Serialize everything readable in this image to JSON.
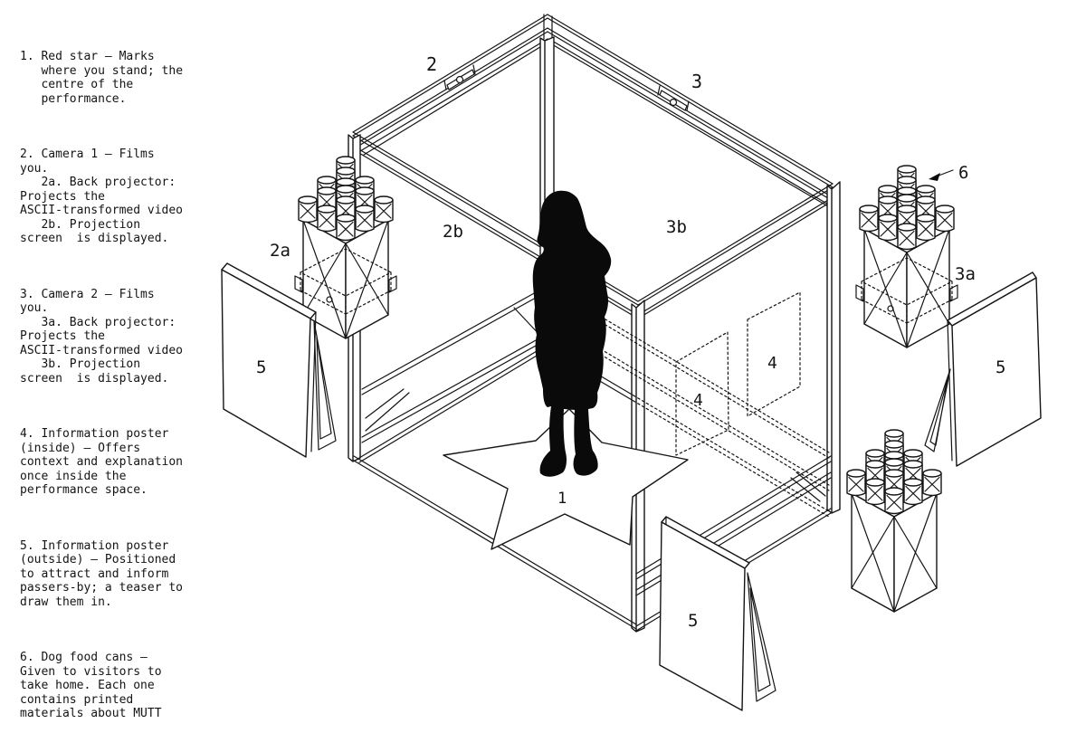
{
  "legend": {
    "items": [
      {
        "text": "1. Red star — Marks\n   where you stand; the\n   centre of the\n   performance."
      },
      {
        "text": "2. Camera 1 — Films\nyou.\n   2a. Back projector:\nProjects the\nASCII-transformed video\n   2b. Projection\nscreen  is displayed."
      },
      {
        "text": "3. Camera 2 — Films\nyou.\n   3a. Back projector:\nProjects the\nASCII-transformed video\n   3b. Projection\nscreen  is displayed."
      },
      {
        "text": "4. Information poster\n(inside) — Offers\ncontext and explanation\nonce inside the\nperformance space."
      },
      {
        "text": "5. Information poster\n(outside) — Positioned\nto attract and inform\npassers-by; a teaser to\ndraw them in."
      },
      {
        "text": "6. Dog food cans —\nGiven to visitors to\ntake home. Each one\ncontains printed\nmaterials about MUTT"
      }
    ]
  },
  "diagram": {
    "labels": {
      "star": {
        "text": "1"
      },
      "camera_left": {
        "text": "2"
      },
      "camera_right": {
        "text": "3"
      },
      "projector_left": {
        "text": "2a"
      },
      "screen_left": {
        "text": "2b"
      },
      "projector_right": {
        "text": "3a"
      },
      "screen_right": {
        "text": "3b"
      },
      "poster_in_a": {
        "text": "4"
      },
      "poster_in_b": {
        "text": "4"
      },
      "poster_out_left": {
        "text": "5"
      },
      "poster_out_right": {
        "text": "5"
      },
      "poster_out_front": {
        "text": "5"
      },
      "cans": {
        "text": "6"
      }
    }
  },
  "colors": {
    "ink": "#141414",
    "background": "#ffffff"
  }
}
